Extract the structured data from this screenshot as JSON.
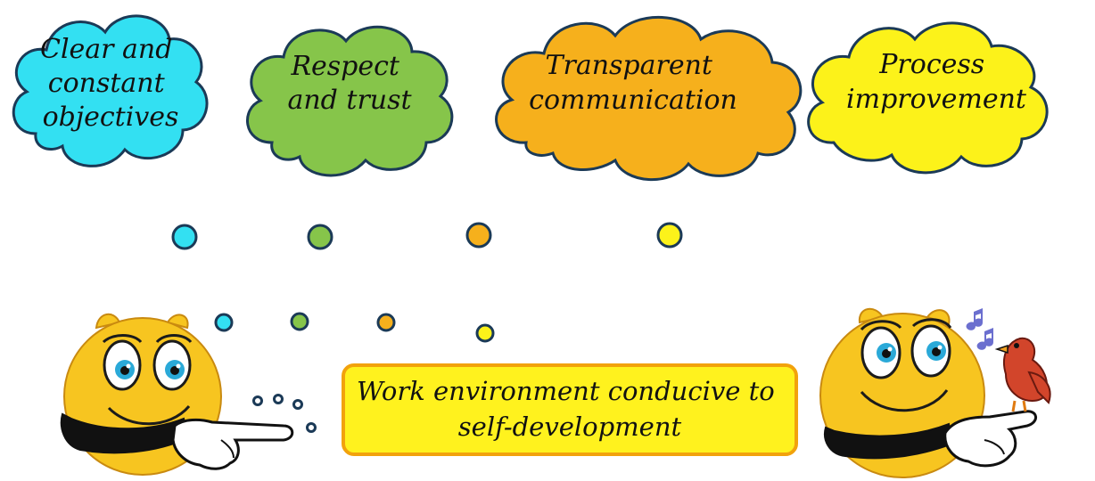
{
  "clouds": [
    {
      "lines": [
        "Clear and",
        "constant",
        "objectives"
      ],
      "color": "#33e0f2"
    },
    {
      "lines": [
        "Respect",
        "and trust"
      ],
      "color": "#86c54a"
    },
    {
      "lines": [
        "Transparent",
        "communication"
      ],
      "color": "#f6b01c"
    },
    {
      "lines": [
        "Process",
        "improvement"
      ],
      "color": "#fcf21a"
    }
  ],
  "center_box": {
    "lines": [
      "Work environment conducive to",
      "self-development"
    ],
    "color": "#fff21e",
    "border_color": "#f2a20c"
  },
  "colors": {
    "outline": "#1b3a57",
    "face": "#f7c520",
    "eye_iris": "#2aa9d8",
    "bird": "#d2452b",
    "note": "#6b6fcf"
  },
  "icons": [
    "smiley-pointing-icon",
    "smiley-with-bird-icon",
    "bird-icon",
    "music-note-icon"
  ]
}
